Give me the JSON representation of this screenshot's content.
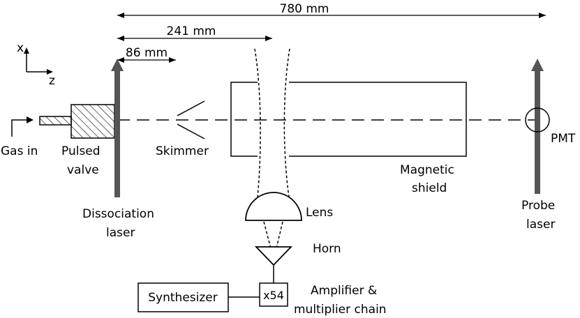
{
  "dimensions": {
    "total": "780 mm",
    "skimmer_to_cavity": "241 mm",
    "valve_to_dissociation": "86 mm"
  },
  "axes": {
    "x": "x",
    "z": "z"
  },
  "labels": {
    "gas_in": "Gas in",
    "pulsed_valve_1": "Pulsed",
    "pulsed_valve_2": "valve",
    "dissociation_1": "Dissociation",
    "dissociation_2": "laser",
    "skimmer": "Skimmer",
    "magnetic_1": "Magnetic",
    "magnetic_2": "shield",
    "pmt": "PMT",
    "probe_1": "Probe",
    "probe_2": "laser",
    "lens": "Lens",
    "horn": "Horn",
    "amplifier_1": "Amplifier &",
    "amplifier_2": "multiplier chain",
    "synthesizer": "Synthesizer",
    "multiplier": "x54"
  }
}
